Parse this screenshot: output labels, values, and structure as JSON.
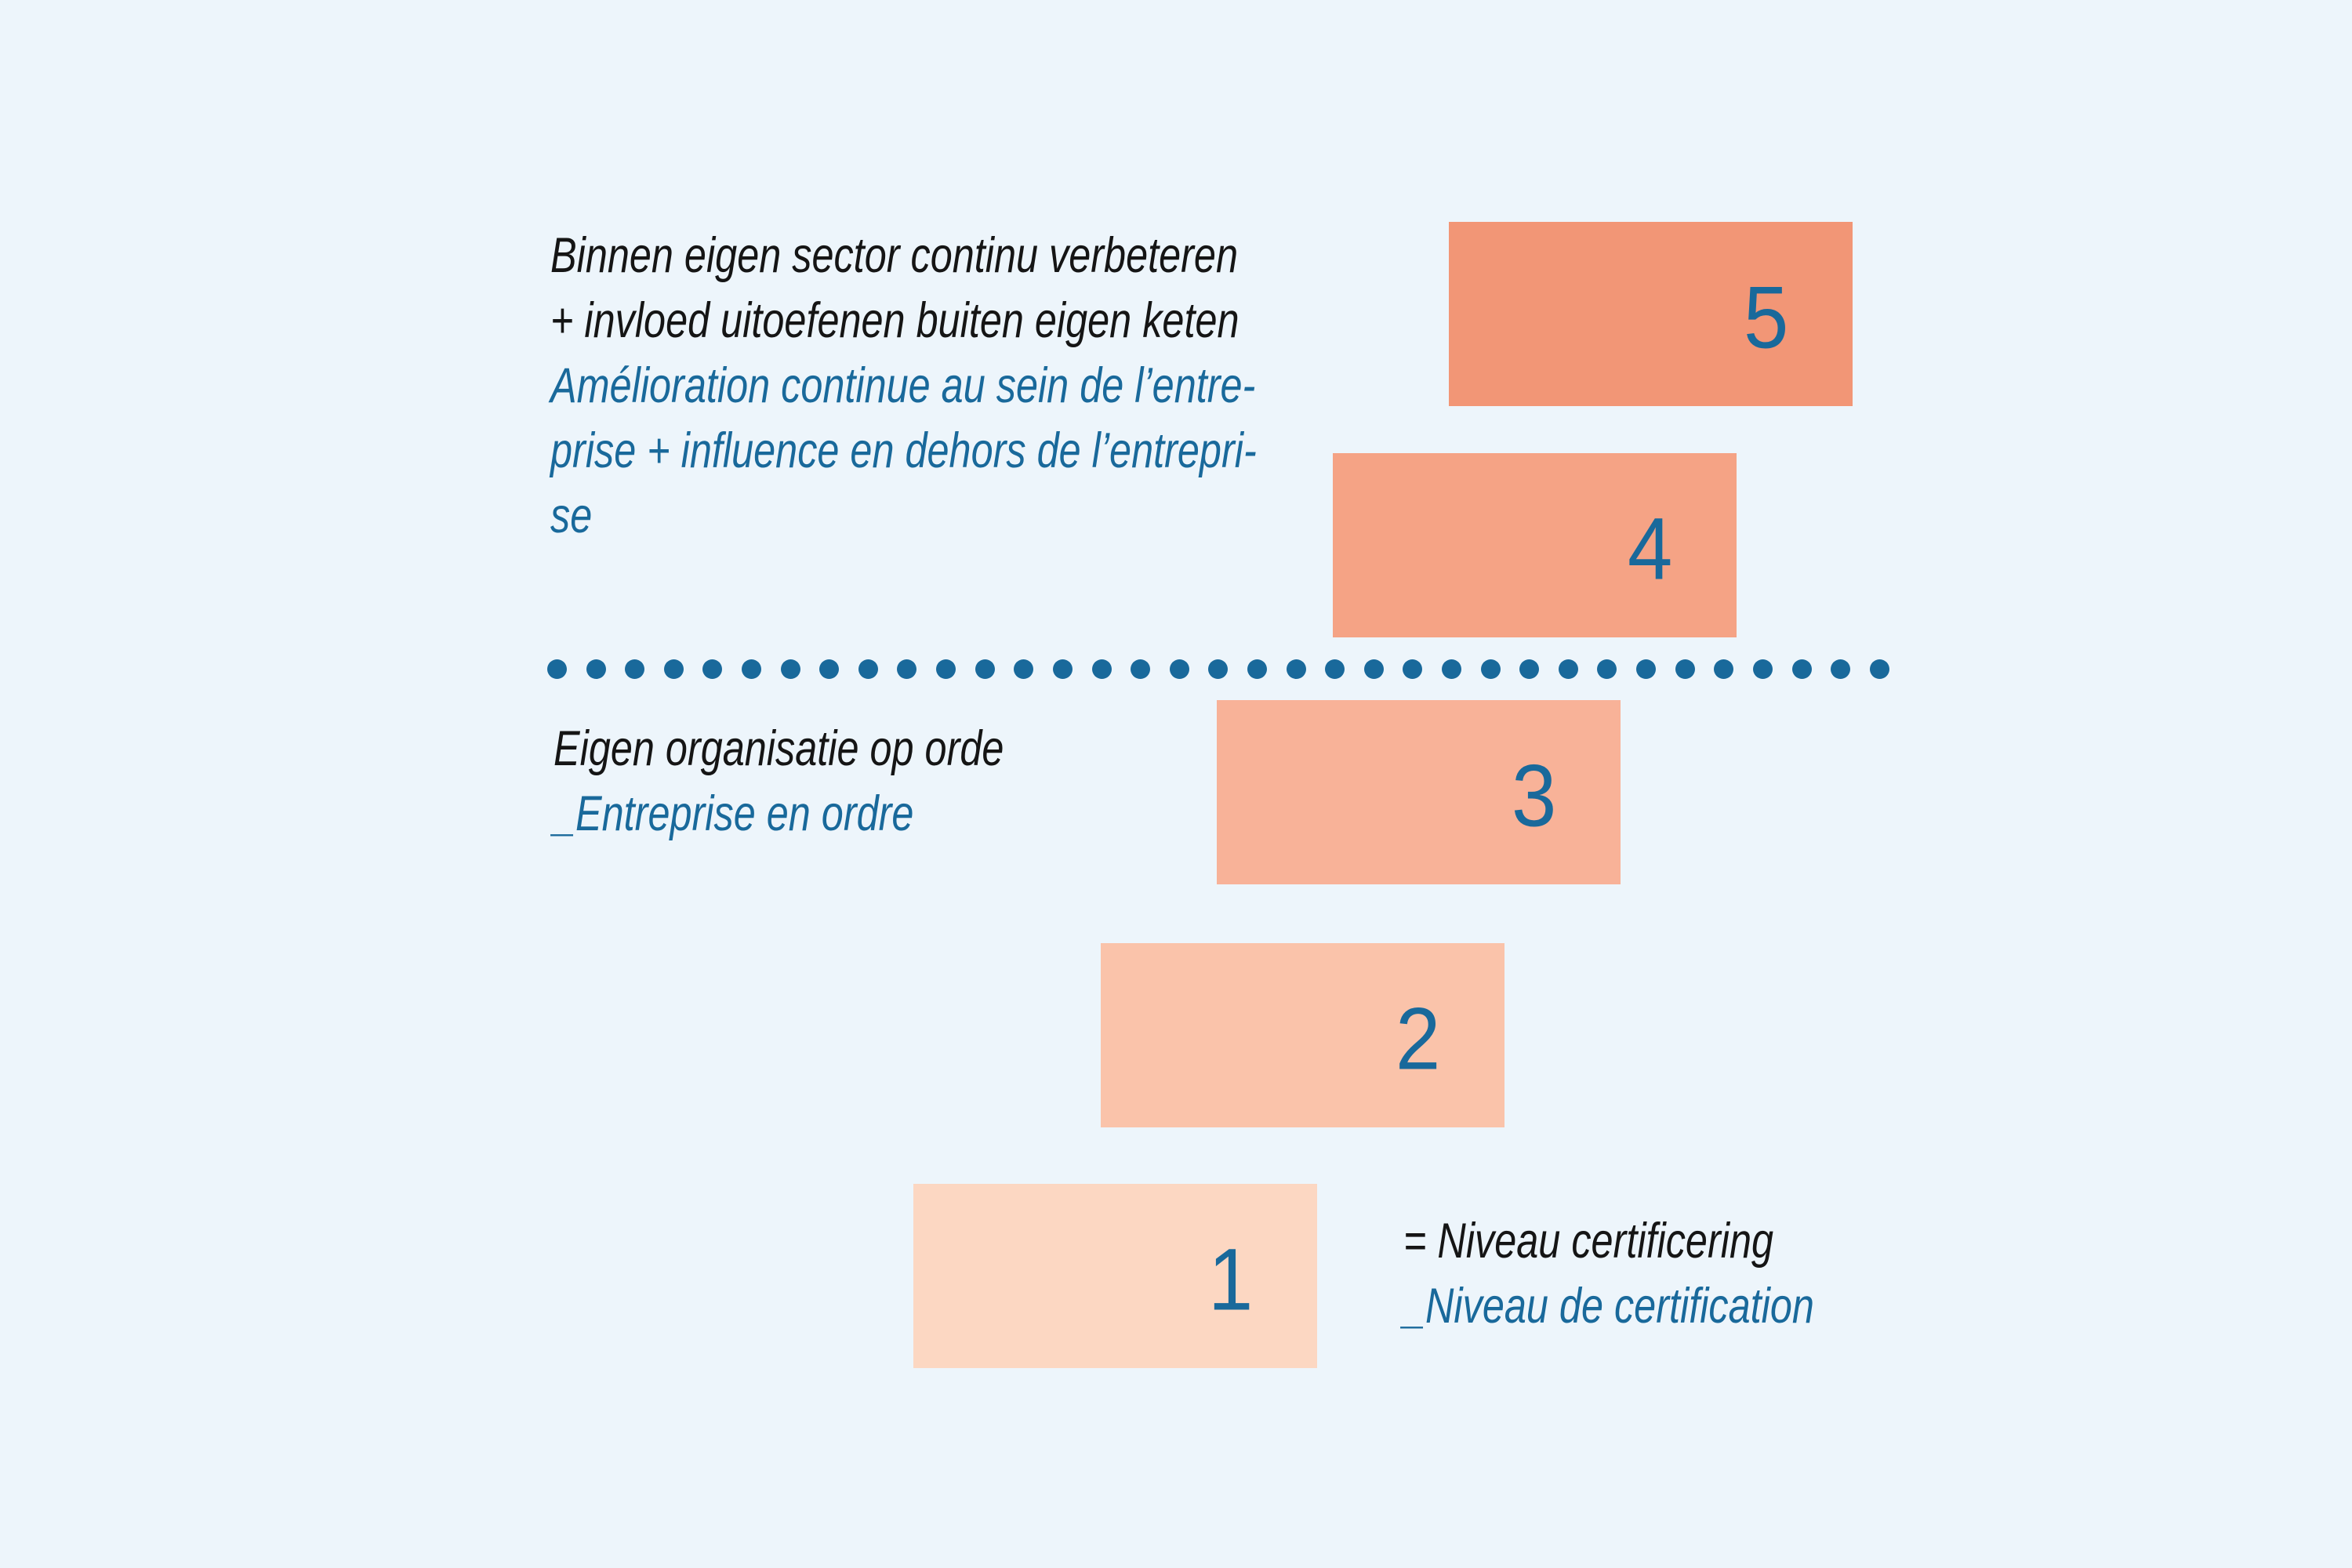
{
  "canvas": {
    "background_color": "#edf5fb"
  },
  "colors": {
    "accent_teal": "#19699b",
    "text_black": "#151515",
    "step_level_5": "#f29676",
    "step_level_4": "#f5a385",
    "step_level_3": "#f8b298",
    "step_level_2": "#fac3aa",
    "step_level_1": "#fcd7c2"
  },
  "top_caption": {
    "nl_line_1": "Binnen eigen sector continu verbeteren",
    "nl_line_2": "+ invloed uitoefenen buiten eigen keten",
    "fr_line_1": "Amélioration continue au sein de l’entre-",
    "fr_line_2": "prise + influence en dehors de l’entrepri-",
    "fr_line_3": "se"
  },
  "middle_caption": {
    "nl": "Eigen organisatie op orde",
    "fr": "_Entreprise en ordre"
  },
  "legend": {
    "nl": "= Niveau certificering",
    "fr": "_Niveau de certification"
  },
  "ladder": {
    "steps": [
      {
        "level": "5",
        "color": "#f29676"
      },
      {
        "level": "4",
        "color": "#f5a385"
      },
      {
        "level": "3",
        "color": "#f8b298"
      },
      {
        "level": "2",
        "color": "#fac3aa"
      },
      {
        "level": "1",
        "color": "#fcd7c2"
      }
    ]
  },
  "divider": {
    "dot_count": 35
  }
}
